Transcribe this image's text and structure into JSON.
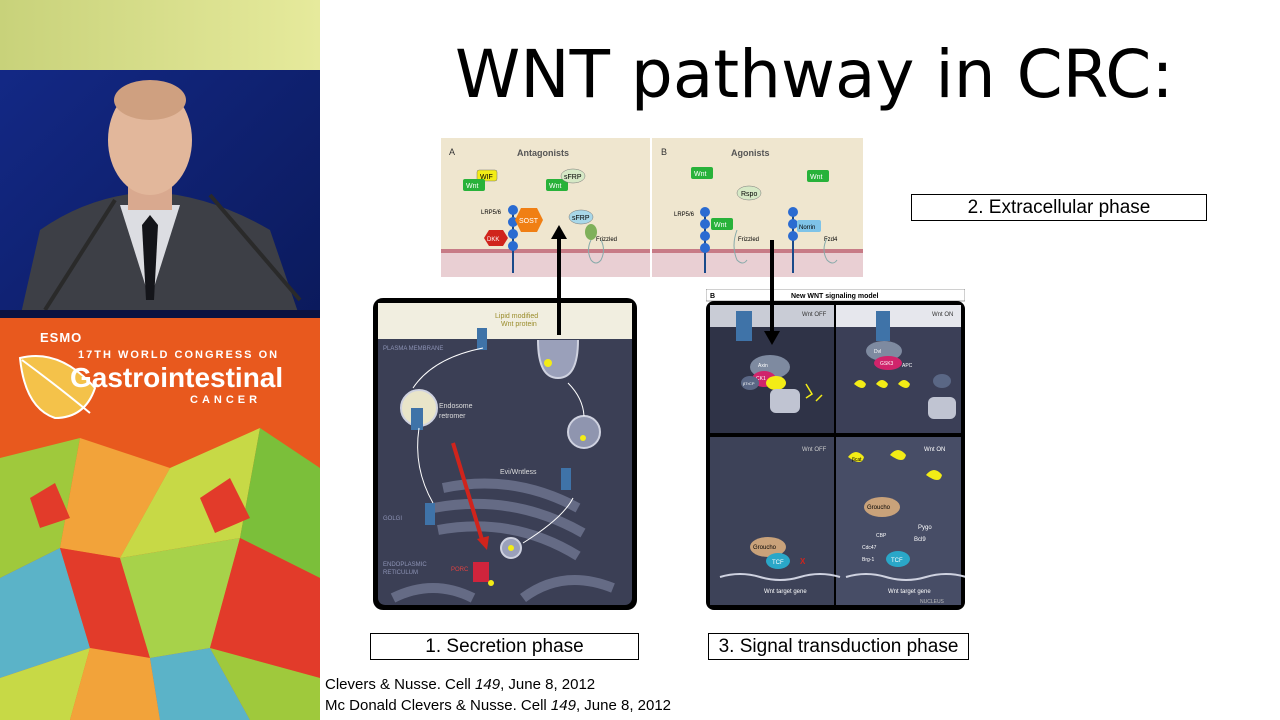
{
  "conference": {
    "logo": "ESMO",
    "line1": "17TH WORLD CONGRESS ON",
    "line2": "Gastrointestinal",
    "line3": "CANCER"
  },
  "slide": {
    "title": "WNT pathway in CRC:",
    "boxes": {
      "extracellular": "2. Extracellular phase",
      "secretion": "1. Secretion phase",
      "transduction": "3. Signal transduction phase"
    },
    "citations": [
      {
        "prefix": "Clevers & Nusse. Cell ",
        "volume": "149",
        "suffix": ", June 8, 2012"
      },
      {
        "prefix": "Mc Donald Clevers & Nusse. Cell ",
        "volume": "149",
        "suffix": ", June 8, 2012"
      }
    ]
  },
  "figure_extracellular": {
    "panel_a": {
      "letter": "A",
      "title": "Antagonists",
      "labels": [
        "WIF",
        "Wnt",
        "Wnt",
        "sFRP",
        "LRP5/6",
        "SOST",
        "DKK",
        "sFRP",
        "Frizzled"
      ]
    },
    "panel_b": {
      "letter": "B",
      "title": "Agonists",
      "labels": [
        "Wnt",
        "Wnt",
        "Rspo",
        "LRP5/6",
        "Wnt",
        "Frizzled",
        "Norrin",
        "Fzd4"
      ]
    }
  },
  "figure_secretion": {
    "labels": {
      "lipid": "Lipid modified",
      "wnt_protein": "Wnt protein",
      "plasma": "PLASMA MEMBRANE",
      "endosome": "Endosome",
      "retromer": "retromer",
      "evi": "Evi/Wntless",
      "golgi": "GOLGI",
      "er1": "ENDOPLASMIC",
      "er2": "RETICULUM",
      "porc": "PORC"
    }
  },
  "figure_signaling": {
    "title": "New WNT signaling model",
    "letter": "B",
    "labels": {
      "wnt_off_top": "Wnt OFF",
      "wnt_on_top": "Wnt ON",
      "wnt_off_bottom": "Wnt OFF",
      "wnt_on_bottom": "Wnt ON",
      "groucho_left": "Groucho",
      "tcf_left": "TCF",
      "target_left": "Wnt target gene",
      "groucho_right": "Groucho",
      "tcf_right": "TCF",
      "target_right": "Wnt target gene",
      "pygo": "Pygo",
      "bcl9": "Bcl9",
      "cbp": "CBP",
      "cdc47": "Cdc47",
      "brg1": "Brg-1",
      "bcat": "βcat",
      "nucleus": "NUCLEUS",
      "apc": "APC",
      "axin": "Axin",
      "dvl": "Dvl",
      "ck1": "CK1",
      "gsk3": "GSK3",
      "btrcp": "βTrCP"
    }
  },
  "colors": {
    "conference_orange": "#e8591e",
    "arrow_red": "#d0241c",
    "membrane_pink": "#c77b86",
    "wnt_green": "#28b23a",
    "bcat_yellow": "#f3ec16"
  }
}
